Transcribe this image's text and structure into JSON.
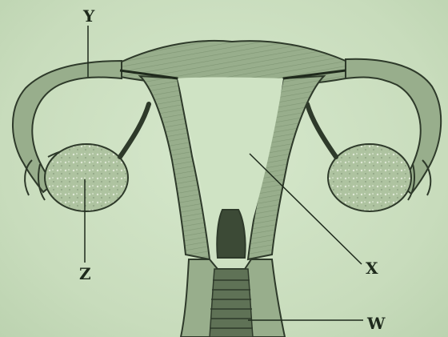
{
  "diagram": {
    "labels": {
      "y": "Y",
      "z": "Z",
      "x": "X",
      "w": "W"
    },
    "colors": {
      "background": "#cfe3c4",
      "tissue": "#98ae8c",
      "tissue_light": "#b7c9a9",
      "outline": "#2e3a2a",
      "ovary": "#a9bd9b",
      "lumen": "#3c4a36"
    }
  }
}
